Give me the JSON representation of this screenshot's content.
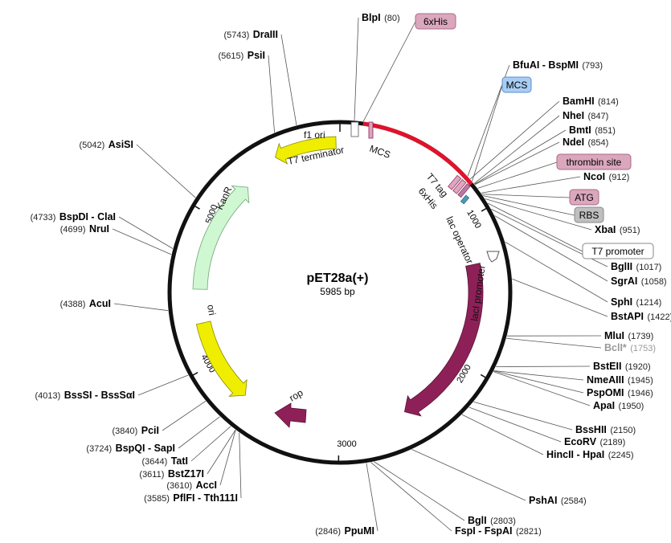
{
  "plasmid": {
    "name": "pET28a(+)",
    "size_label": "5985 bp",
    "length": 5985
  },
  "ticks": [
    {
      "pos": 1000,
      "label": "1000"
    },
    {
      "pos": 2000,
      "label": "2000"
    },
    {
      "pos": 3000,
      "label": "3000"
    },
    {
      "pos": 4000,
      "label": "4000"
    },
    {
      "pos": 5000,
      "label": "5000"
    }
  ],
  "sites": [
    {
      "id": "blpi",
      "name": "BlpI",
      "pos_label": "(80)",
      "pos": 80,
      "side": "right"
    },
    {
      "id": "draiii",
      "name": "DraIII",
      "pos_label": "(5743)",
      "pos": 5743,
      "side": "left"
    },
    {
      "id": "psii",
      "name": "PsiI",
      "pos_label": "(5615)",
      "pos": 5615,
      "side": "left"
    },
    {
      "id": "bfuai",
      "name": "BfuAI - BspMI",
      "pos_label": "(793)",
      "pos": 793,
      "side": "right"
    },
    {
      "id": "bamhi",
      "name": "BamHI",
      "pos_label": "(814)",
      "pos": 814,
      "side": "right"
    },
    {
      "id": "nhei",
      "name": "NheI",
      "pos_label": "(847)",
      "pos": 847,
      "side": "right"
    },
    {
      "id": "bmti",
      "name": "BmtI",
      "pos_label": "(851)",
      "pos": 851,
      "side": "right"
    },
    {
      "id": "ndei",
      "name": "NdeI",
      "pos_label": "(854)",
      "pos": 854,
      "side": "right"
    },
    {
      "id": "ncoi",
      "name": "NcoI",
      "pos_label": "(912)",
      "pos": 912,
      "side": "right"
    },
    {
      "id": "xbai",
      "name": "XbaI",
      "pos_label": "(951)",
      "pos": 951,
      "side": "right"
    },
    {
      "id": "bglii",
      "name": "BglII",
      "pos_label": "(1017)",
      "pos": 1017,
      "side": "right"
    },
    {
      "id": "sgrai",
      "name": "SgrAI",
      "pos_label": "(1058)",
      "pos": 1058,
      "side": "right"
    },
    {
      "id": "sphi",
      "name": "SphI",
      "pos_label": "(1214)",
      "pos": 1214,
      "side": "right"
    },
    {
      "id": "bstapi",
      "name": "BstAPI",
      "pos_label": "(1422)",
      "pos": 1422,
      "side": "right"
    },
    {
      "id": "mlui",
      "name": "MluI",
      "pos_label": "(1739)",
      "pos": 1739,
      "side": "right"
    },
    {
      "id": "bcli",
      "name": "BclI*",
      "pos_label": "(1753)",
      "pos": 1753,
      "side": "right",
      "dim": true
    },
    {
      "id": "bsteii",
      "name": "BstEII",
      "pos_label": "(1920)",
      "pos": 1920,
      "side": "right"
    },
    {
      "id": "nmeaiii",
      "name": "NmeAIII",
      "pos_label": "(1945)",
      "pos": 1945,
      "side": "right"
    },
    {
      "id": "psp0mi",
      "name": "PspOMI",
      "pos_label": "(1946)",
      "pos": 1946,
      "side": "right"
    },
    {
      "id": "apai",
      "name": "ApaI",
      "pos_label": "(1950)",
      "pos": 1950,
      "side": "right"
    },
    {
      "id": "bsshii",
      "name": "BssHII",
      "pos_label": "(2150)",
      "pos": 2150,
      "side": "right"
    },
    {
      "id": "ecorv",
      "name": "EcoRV",
      "pos_label": "(2189)",
      "pos": 2189,
      "side": "right"
    },
    {
      "id": "hincii",
      "name": "HincII - HpaI",
      "pos_label": "(2245)",
      "pos": 2245,
      "side": "right"
    },
    {
      "id": "pshai",
      "name": "PshAI",
      "pos_label": "(2584)",
      "pos": 2584,
      "side": "right"
    },
    {
      "id": "bgli",
      "name": "BglI",
      "pos_label": "(2803)",
      "pos": 2803,
      "side": "right"
    },
    {
      "id": "fspi",
      "name": "FspI - FspAI",
      "pos_label": "(2821)",
      "pos": 2821,
      "side": "right"
    },
    {
      "id": "ppumi",
      "name": "PpuMI",
      "pos_label": "(2846)",
      "pos": 2846,
      "side": "left"
    },
    {
      "id": "pfifi",
      "name": "PflFI - Tth111I",
      "pos_label": "(3585)",
      "pos": 3585,
      "side": "left"
    },
    {
      "id": "acci",
      "name": "AccI",
      "pos_label": "(3610)",
      "pos": 3610,
      "side": "left"
    },
    {
      "id": "bstz17i",
      "name": "BstZ17I",
      "pos_label": "(3611)",
      "pos": 3611,
      "side": "left"
    },
    {
      "id": "tati",
      "name": "TatI",
      "pos_label": "(3644)",
      "pos": 3644,
      "side": "left"
    },
    {
      "id": "bspqi",
      "name": "BspQI - SapI",
      "pos_label": "(3724)",
      "pos": 3724,
      "side": "left"
    },
    {
      "id": "pcii",
      "name": "PciI",
      "pos_label": "(3840)",
      "pos": 3840,
      "side": "left"
    },
    {
      "id": "bsssi",
      "name": "BssSI - BssSαI",
      "pos_label": "(4013)",
      "pos": 4013,
      "side": "left"
    },
    {
      "id": "acui",
      "name": "AcuI",
      "pos_label": "(4388)",
      "pos": 4388,
      "side": "left"
    },
    {
      "id": "nrui",
      "name": "NruI",
      "pos_label": "(4699)",
      "pos": 4699,
      "side": "left"
    },
    {
      "id": "bspdi",
      "name": "BspDI - ClaI",
      "pos_label": "(4733)",
      "pos": 4733,
      "side": "left"
    },
    {
      "id": "asisi",
      "name": "AsiSI",
      "pos_label": "(5042)",
      "pos": 5042,
      "side": "left"
    }
  ],
  "boxes": [
    {
      "id": "his-top",
      "label": "6xHis",
      "fill": "#dba7bd",
      "stroke": "#a86b86",
      "pos": 130
    },
    {
      "id": "mcs-box",
      "label": "MCS",
      "fill": "#a9cdf3",
      "stroke": "#5b8fc9",
      "pos": 830
    },
    {
      "id": "thrombin",
      "label": "thrombin site",
      "fill": "#dba7bd",
      "stroke": "#a86b86",
      "pos": 880
    },
    {
      "id": "atg",
      "label": "ATG",
      "fill": "#dba7bd",
      "stroke": "#a86b86",
      "pos": 920
    },
    {
      "id": "rbs",
      "label": "RBS",
      "fill": "#bfbfbf",
      "stroke": "#888888",
      "pos": 930
    },
    {
      "id": "t7prom",
      "label": "T7 promoter",
      "fill": "#ffffff",
      "stroke": "#888888",
      "pos": 980
    }
  ],
  "features": [
    {
      "id": "f1-ori",
      "label": "f1 ori",
      "color": "#f0ee00"
    },
    {
      "id": "kanr",
      "label": "KanR",
      "color": "#cff7d2"
    },
    {
      "id": "ori",
      "label": "ori",
      "color": "#f0ee00"
    },
    {
      "id": "laci",
      "label": "lacI",
      "color": "#8e2058"
    },
    {
      "id": "rop",
      "label": "rop",
      "color": "#8e2058"
    },
    {
      "id": "laci-promoter",
      "label": "lacI promoter"
    },
    {
      "id": "lac-operator",
      "label": "lac operator"
    },
    {
      "id": "t7-terminator",
      "label": "T7 terminator"
    },
    {
      "id": "mcs-inner",
      "label": "MCS"
    },
    {
      "id": "t7-tag",
      "label": "T7 tag"
    },
    {
      "id": "his-inner",
      "label": "6xHis"
    }
  ],
  "colors": {
    "backbone": "#111111",
    "insert_red": "#e0132b"
  }
}
